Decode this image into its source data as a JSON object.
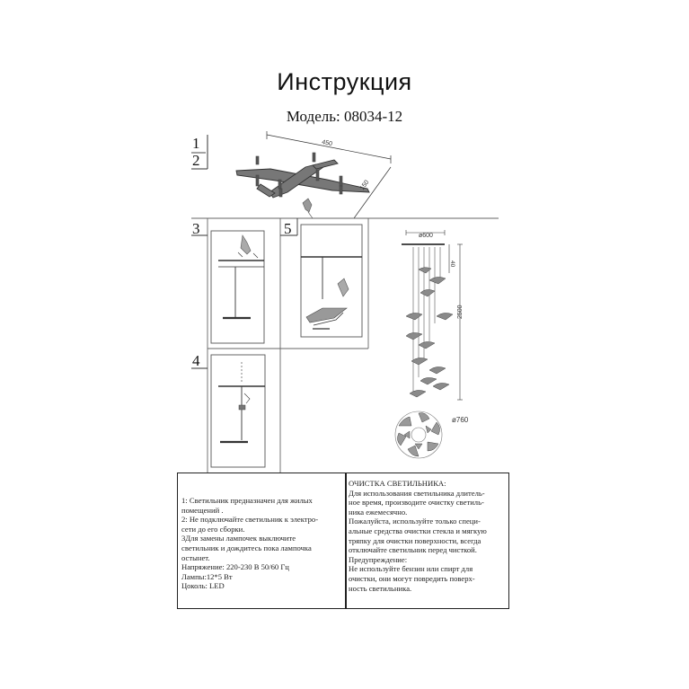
{
  "header": {
    "title": "Инструкция",
    "model": "Модель: 08034-12"
  },
  "steps": {
    "step1": "1",
    "step2": "2",
    "step3": "3",
    "step4": "4",
    "step5": "5"
  },
  "dimensions": {
    "plate_width": "450",
    "plate_depth": "150",
    "canopy_diameter": "ø600",
    "top_drop": "40",
    "total_height": "2500",
    "spread_diameter": "ø760"
  },
  "info": {
    "left_lines": [
      "1: Светильник предназначен для жилых",
      "помещений .",
      "2: Не подключайте светильник к электро-",
      "сети до его сборки.",
      "3Для замены лампочек выключите",
      "светильник  и дождитесь пока лампочка",
      "остынет.",
      "Напряжение: 220-230 В 50/60 Гц",
      "Лампы:12*5 Вт",
      "Цоколь: LED"
    ],
    "right_lines": [
      "ОЧИСТКА СВЕТИЛЬНИКА:",
      "Для использования светильника длитель-",
      "ное время, производите очистку светиль-",
      "ника ежемесячно.",
      "Пожалуйста, используйте только специ-",
      "альные средства очистки стекла и мягкую",
      "тряпку для очистки поверхности, всегда",
      "отключайте светильник перед чисткой.",
      "Предупреждение:",
      "Не используйте бензин или спирт для",
      "очистки, они могут повредить поверх-",
      "ность светильника."
    ]
  }
}
